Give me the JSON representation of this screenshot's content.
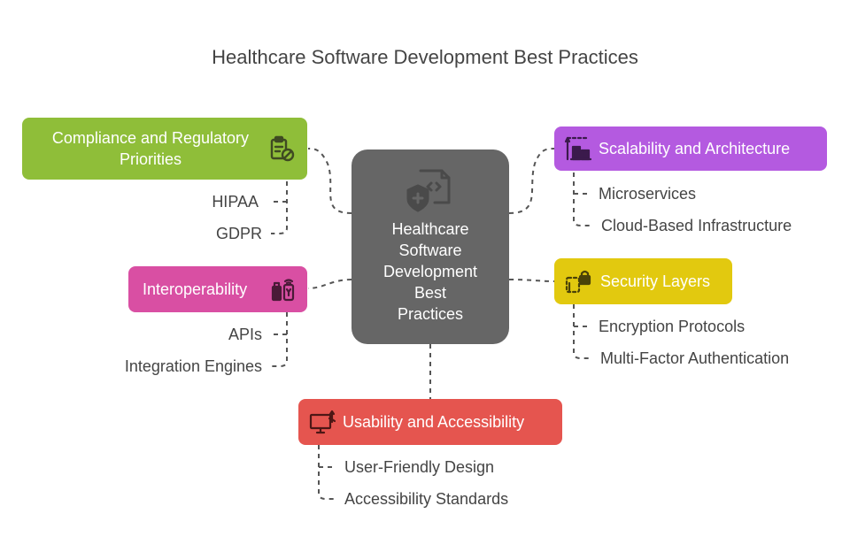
{
  "title": "Healthcare Software Development Best Practices",
  "center": {
    "lines": [
      "Healthcare",
      "Software",
      "Development",
      "Best",
      "Practices"
    ],
    "icon": "code-shield-document-icon"
  },
  "branches": {
    "compliance": {
      "label": "Compliance and Regulatory Priorities",
      "color": "#8fbe39",
      "icon": "clipboard-ban-icon",
      "items": [
        "HIPAA",
        "GDPR"
      ]
    },
    "interoperability": {
      "label": "Interoperability",
      "color": "#d94fa3",
      "icon": "devices-sync-icon",
      "items": [
        "APIs",
        "Integration Engines"
      ]
    },
    "scalability": {
      "label": "Scalability and Architecture",
      "color": "#b45ae0",
      "icon": "buildings-scale-icon",
      "items": [
        "Microservices",
        "Cloud-Based Infrastructure"
      ]
    },
    "security": {
      "label": "Security Layers",
      "color": "#e2c90f",
      "icon": "lock-layers-icon",
      "items": [
        "Encryption Protocols",
        "Multi-Factor Authentication"
      ]
    },
    "usability": {
      "label": "Usability and Accessibility",
      "color": "#e5554f",
      "icon": "monitor-usb-icon",
      "items": [
        "User-Friendly Design",
        "Accessibility Standards"
      ]
    }
  }
}
